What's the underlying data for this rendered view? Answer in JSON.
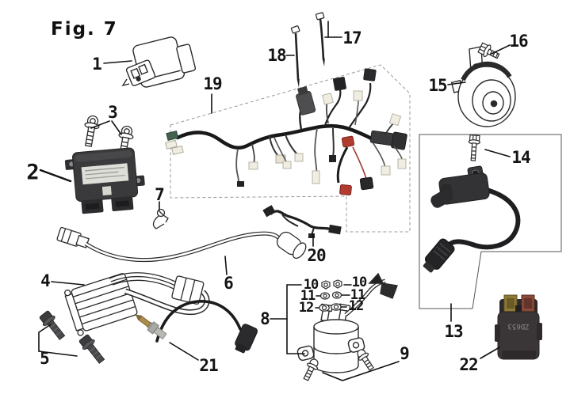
{
  "title": "Fig. 7",
  "relay_marking": "ZD653",
  "callouts": {
    "p1": "1",
    "p2": "2",
    "p3": "3",
    "p4": "4",
    "p5": "5",
    "p6": "6",
    "p7": "7",
    "p8": "8",
    "p9": "9",
    "p10_left": "10",
    "p10_right": "10",
    "p11_left": "11",
    "p11_right": "11",
    "p12_left": "12",
    "p12_right": "12",
    "p13": "13",
    "p14": "14",
    "p15": "15",
    "p16": "16",
    "p17": "17",
    "p18": "18",
    "p19": "19",
    "p20": "20",
    "p21": "21",
    "p22": "22"
  },
  "colors": {
    "background": "#ffffff",
    "line_art": "#2a2a2a",
    "label_text": "#141414",
    "dashed_box": "#999999",
    "solid_box": "#555555",
    "harness_black": "#1a1a1a",
    "connector_white": "#f0ede2",
    "connector_red": "#b23b30",
    "connector_green": "#44604f",
    "photo_dark": "#3a3a3c",
    "brass": "#a98e4f",
    "silver": "#b8b8b6"
  }
}
